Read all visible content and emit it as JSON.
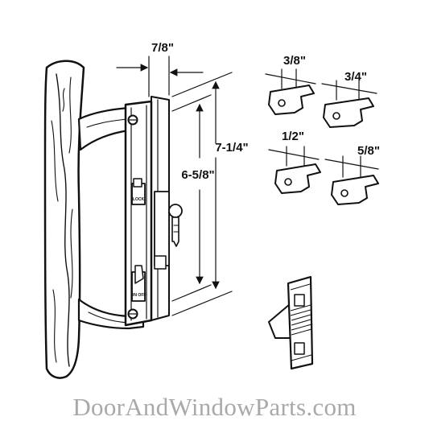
{
  "dimensions": {
    "width_label": "7/8\"",
    "overall_height_label": "7-1/4\"",
    "hole_spacing_label": "6-5/8\""
  },
  "keepers": [
    {
      "label": "3/8\""
    },
    {
      "label": "3/4\""
    },
    {
      "label": "1/2\""
    },
    {
      "label": "5/8\""
    }
  ],
  "handle_labels": {
    "lock_text": "LOCK",
    "switch_text": "ON  OFF"
  },
  "watermark": "DoorAndWindowParts.com"
}
